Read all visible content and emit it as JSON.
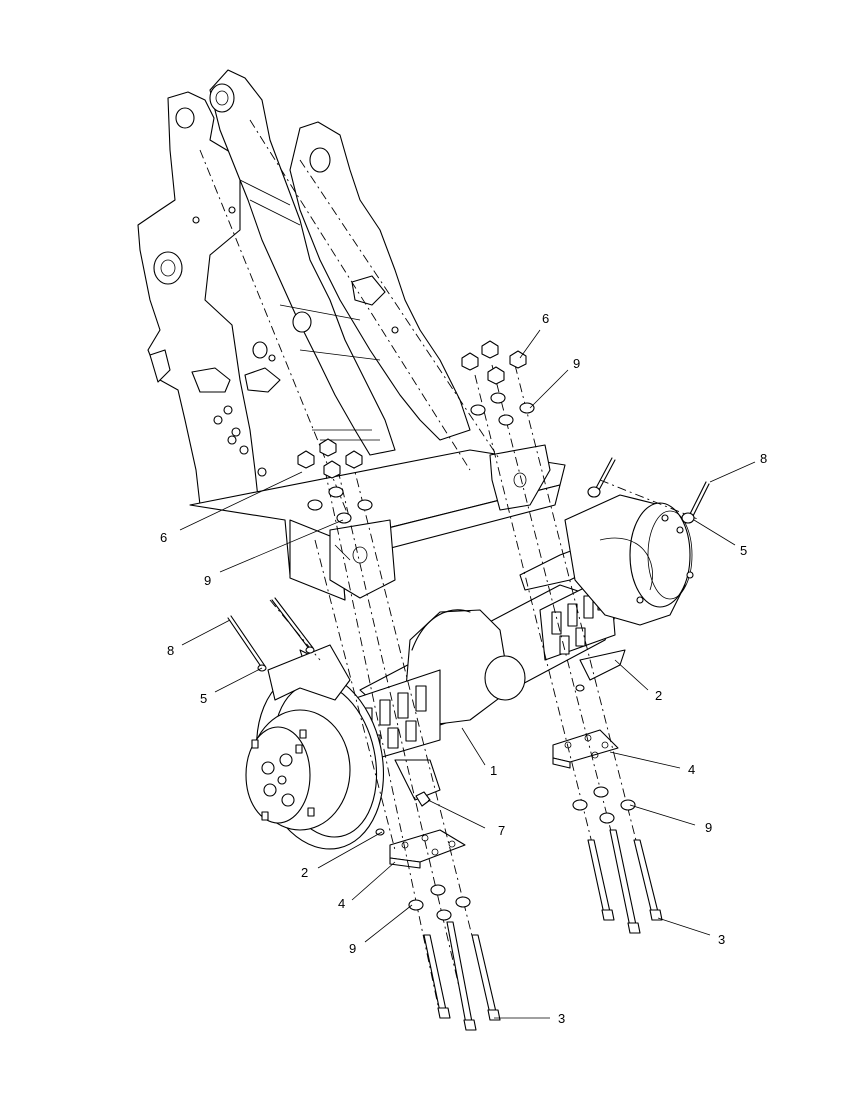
{
  "callouts": [
    {
      "id": "c1",
      "label": "1"
    },
    {
      "id": "c2a",
      "label": "2"
    },
    {
      "id": "c2b",
      "label": "2"
    },
    {
      "id": "c3a",
      "label": "3"
    },
    {
      "id": "c3b",
      "label": "3"
    },
    {
      "id": "c4a",
      "label": "4"
    },
    {
      "id": "c4b",
      "label": "4"
    },
    {
      "id": "c5a",
      "label": "5"
    },
    {
      "id": "c5b",
      "label": "5"
    },
    {
      "id": "c6a",
      "label": "6"
    },
    {
      "id": "c6b",
      "label": "6"
    },
    {
      "id": "c7",
      "label": "7"
    },
    {
      "id": "c8a",
      "label": "8"
    },
    {
      "id": "c8b",
      "label": "8"
    },
    {
      "id": "c9a",
      "label": "9"
    },
    {
      "id": "c9b",
      "label": "9"
    },
    {
      "id": "c9c",
      "label": "9"
    },
    {
      "id": "c9d",
      "label": "9"
    }
  ]
}
